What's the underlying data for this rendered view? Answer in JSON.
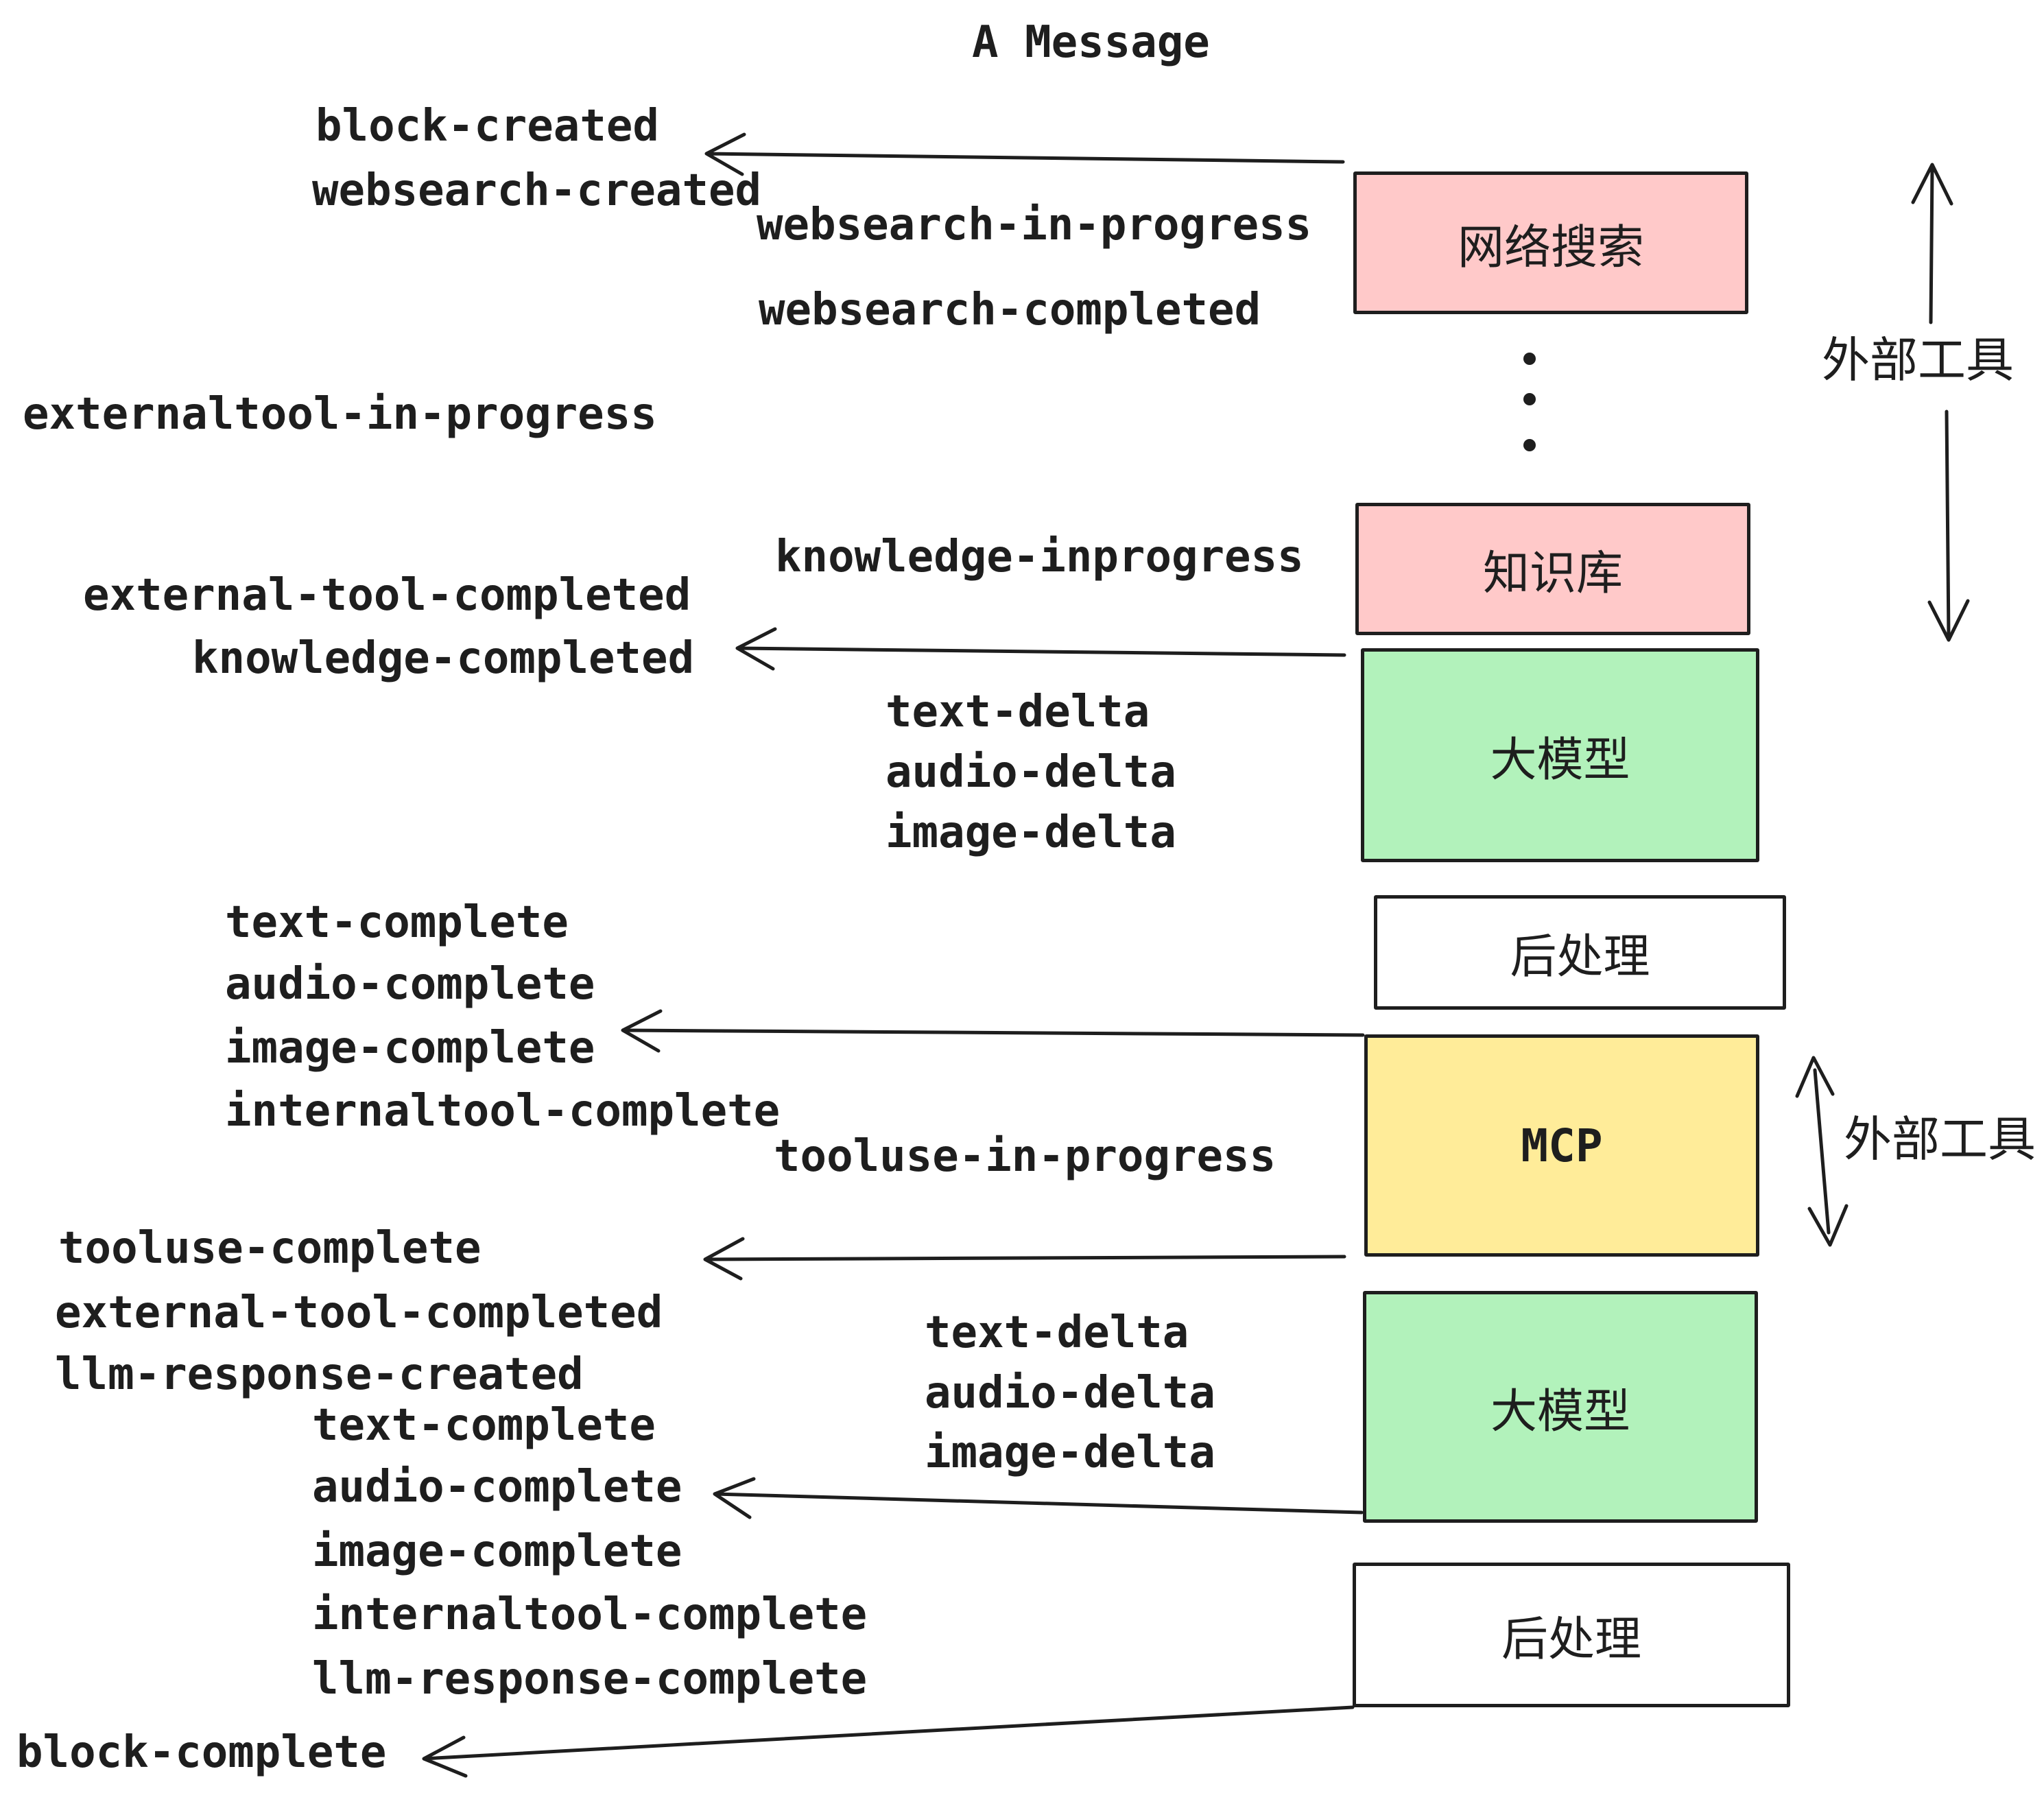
{
  "title": "A Message",
  "colors": {
    "stroke": "#1e1e1e",
    "pink": "#ffc9c9",
    "green": "#b2f2bb",
    "yellow": "#ffec99",
    "white": "#ffffff"
  },
  "boxes": [
    {
      "id": "websearch",
      "label": "网络搜索"
    },
    {
      "id": "knowledge",
      "label": "知识库"
    },
    {
      "id": "llm-1",
      "label": "大模型"
    },
    {
      "id": "post-1",
      "label": "后处理"
    },
    {
      "id": "mcp",
      "label": "MCP"
    },
    {
      "id": "llm-2",
      "label": "大模型"
    },
    {
      "id": "post-2",
      "label": "后处理"
    }
  ],
  "side_labels": [
    {
      "label": "外部工具"
    },
    {
      "label": "外部工具"
    }
  ],
  "events": [
    {
      "label": "block-created"
    },
    {
      "label": "websearch-created"
    },
    {
      "label": "websearch-in-progress"
    },
    {
      "label": "websearch-completed"
    },
    {
      "label": "externaltool-in-progress"
    },
    {
      "label": "external-tool-completed"
    },
    {
      "label": "knowledge-completed"
    },
    {
      "label": "knowledge-inprogress"
    },
    {
      "label": "text-delta"
    },
    {
      "label": "audio-delta"
    },
    {
      "label": "image-delta"
    },
    {
      "label": "text-complete"
    },
    {
      "label": "audio-complete"
    },
    {
      "label": "image-complete"
    },
    {
      "label": "internaltool-complete"
    },
    {
      "label": "tooluse-in-progress"
    },
    {
      "label": "tooluse-complete"
    },
    {
      "label": "external-tool-completed"
    },
    {
      "label": "llm-response-created"
    },
    {
      "label": "text-delta"
    },
    {
      "label": "audio-delta"
    },
    {
      "label": "image-delta"
    },
    {
      "label": "text-complete"
    },
    {
      "label": "audio-complete"
    },
    {
      "label": "image-complete"
    },
    {
      "label": "internaltool-complete"
    },
    {
      "label": "llm-response-complete"
    },
    {
      "label": "block-complete"
    }
  ]
}
